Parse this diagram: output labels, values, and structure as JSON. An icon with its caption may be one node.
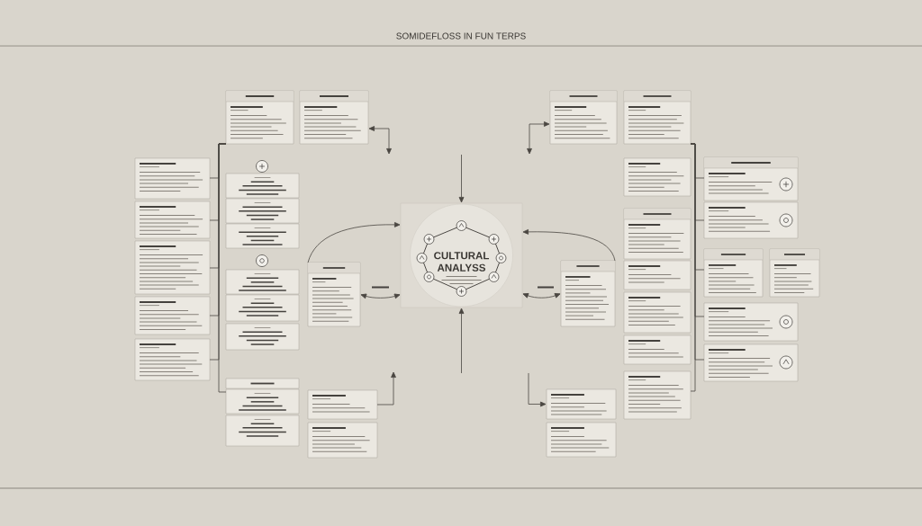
{
  "diagram": {
    "title": "SOMIDEFLOSS IN FUN TERPS",
    "nodes": [
      {
        "text": [],
        "shape": "box"
      },
      {
        "text": [],
        "shape": "box"
      },
      {
        "text": [],
        "shape": "box"
      },
      {
        "text": [],
        "shape": "box"
      },
      {
        "text": [],
        "shape": "box"
      },
      {
        "text": [],
        "shape": "box"
      },
      {
        "text": [],
        "shape": "box"
      },
      {
        "text": [],
        "shape": "box"
      },
      {
        "text": [],
        "shape": "box"
      },
      {
        "text": [],
        "shape": "box"
      },
      {
        "text": [],
        "shape": "box"
      },
      {
        "text": [],
        "shape": "box"
      },
      {
        "text": [],
        "shape": "box"
      },
      {
        "text": [],
        "shape": "box"
      },
      {
        "text": [],
        "shape": "box"
      },
      {
        "text": [],
        "shape": "box"
      },
      {
        "text": [],
        "shape": "box"
      },
      {
        "text": [],
        "shape": "box"
      },
      {
        "text": [],
        "shape": "box"
      },
      {
        "text": [
          "CULTURAL ANALYSS"
        ]
      },
      {
        "text": [],
        "shape": "box"
      },
      {
        "text": [],
        "shape": "box"
      },
      {
        "text": [],
        "shape": "box"
      },
      {
        "text": [],
        "shape": "box"
      },
      {
        "text": [],
        "shape": "box"
      },
      {
        "text": [],
        "shape": "box"
      },
      {
        "text": [],
        "shape": "box"
      },
      {
        "text": [],
        "shape": "box"
      },
      {
        "text": [],
        "shape": "box"
      },
      {
        "text": [],
        "shape": "box"
      },
      {
        "text": [],
        "shape": "box"
      },
      {
        "text": [],
        "shape": "box"
      },
      {
        "text": [],
        "shape": "box"
      },
      {
        "text": [],
        "shape": "box"
      },
      {
        "text": [],
        "shape": "box"
      },
      {
        "text": [],
        "shape": "box"
      },
      {
        "text": [],
        "shape": "box"
      }
    ],
    "edges": [
      {
        "from": null,
        "to": 19,
        "arrow": "to"
      },
      {
        "from": null,
        "to": 19,
        "arrow": "to"
      },
      {
        "from": 16,
        "to": 19,
        "arrow": "to"
      },
      {
        "from": 16,
        "to": 19,
        "arrow": "both"
      },
      {
        "from": 21,
        "to": 19,
        "arrow": "to"
      },
      {
        "from": 21,
        "to": 19,
        "arrow": "both"
      },
      {
        "from": null,
        "to": 15,
        "arrow": "both"
      },
      {
        "from": null,
        "to": 20,
        "arrow": "both"
      },
      {
        "from": 17,
        "to": null,
        "arrow": "to"
      },
      {
        "from": null,
        "to": 22,
        "arrow": "to"
      },
      {
        "from": 5,
        "to": 0,
        "arrow": "none"
      },
      {
        "from": 5,
        "to": 1,
        "arrow": "none"
      },
      {
        "from": 5,
        "to": 2,
        "arrow": "none"
      },
      {
        "from": 5,
        "to": 3,
        "arrow": "none"
      },
      {
        "from": 5,
        "to": 4,
        "arrow": "none"
      },
      {
        "from": 5,
        "to": 13,
        "arrow": "none"
      },
      {
        "from": 24,
        "to": 31,
        "arrow": "none"
      },
      {
        "from": 24,
        "to": 32,
        "arrow": "none"
      },
      {
        "from": 24,
        "to": 33,
        "arrow": "none"
      },
      {
        "from": 24,
        "to": 35,
        "arrow": "none"
      },
      {
        "from": 24,
        "to": 36,
        "arrow": "none"
      },
      {
        "from": 24,
        "to": 30,
        "arrow": "none"
      }
    ]
  }
}
